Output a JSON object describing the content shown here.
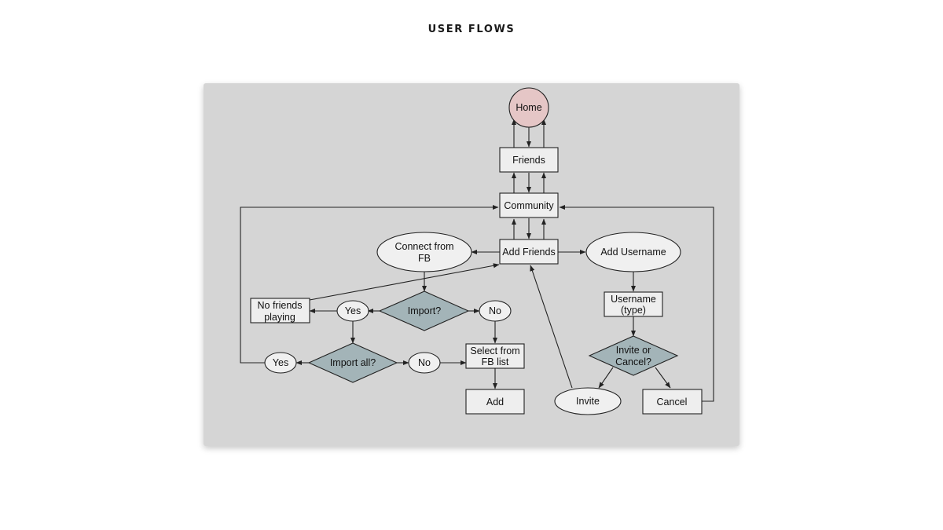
{
  "page": {
    "title": "USER FLOWS"
  },
  "colors": {
    "panel": "#d5d5d5",
    "home_node": "#e5c6c6",
    "process_node": "#eeeeee",
    "ellipse_node": "#f0f0f0",
    "decision_node": "#a3b4b8",
    "stroke": "#222222"
  },
  "diagram": {
    "nodes": {
      "home": {
        "lines": [
          "Home"
        ]
      },
      "friends": {
        "lines": [
          "Friends"
        ]
      },
      "community": {
        "lines": [
          "Community"
        ]
      },
      "add_friends": {
        "lines": [
          "Add Friends"
        ]
      },
      "connect_fb": {
        "lines": [
          "Connect from",
          "FB"
        ]
      },
      "add_username": {
        "lines": [
          "Add Username"
        ]
      },
      "username_type": {
        "lines": [
          "Username",
          "(type)"
        ]
      },
      "import_q": {
        "lines": [
          "Import?"
        ]
      },
      "yes_import": {
        "lines": [
          "Yes"
        ]
      },
      "no_import": {
        "lines": [
          "No"
        ]
      },
      "no_friends": {
        "lines": [
          "No friends",
          "playing"
        ]
      },
      "import_all_q": {
        "lines": [
          "Import all?"
        ]
      },
      "yes_all": {
        "lines": [
          "Yes"
        ]
      },
      "no_all": {
        "lines": [
          "No"
        ]
      },
      "select_fb": {
        "lines": [
          "Select from",
          "FB list"
        ]
      },
      "add": {
        "lines": [
          "Add"
        ]
      },
      "invite_cancel_q": {
        "lines": [
          "Invite or",
          "Cancel?"
        ]
      },
      "invite": {
        "lines": [
          "Invite"
        ]
      },
      "cancel": {
        "lines": [
          "Cancel"
        ]
      }
    }
  }
}
